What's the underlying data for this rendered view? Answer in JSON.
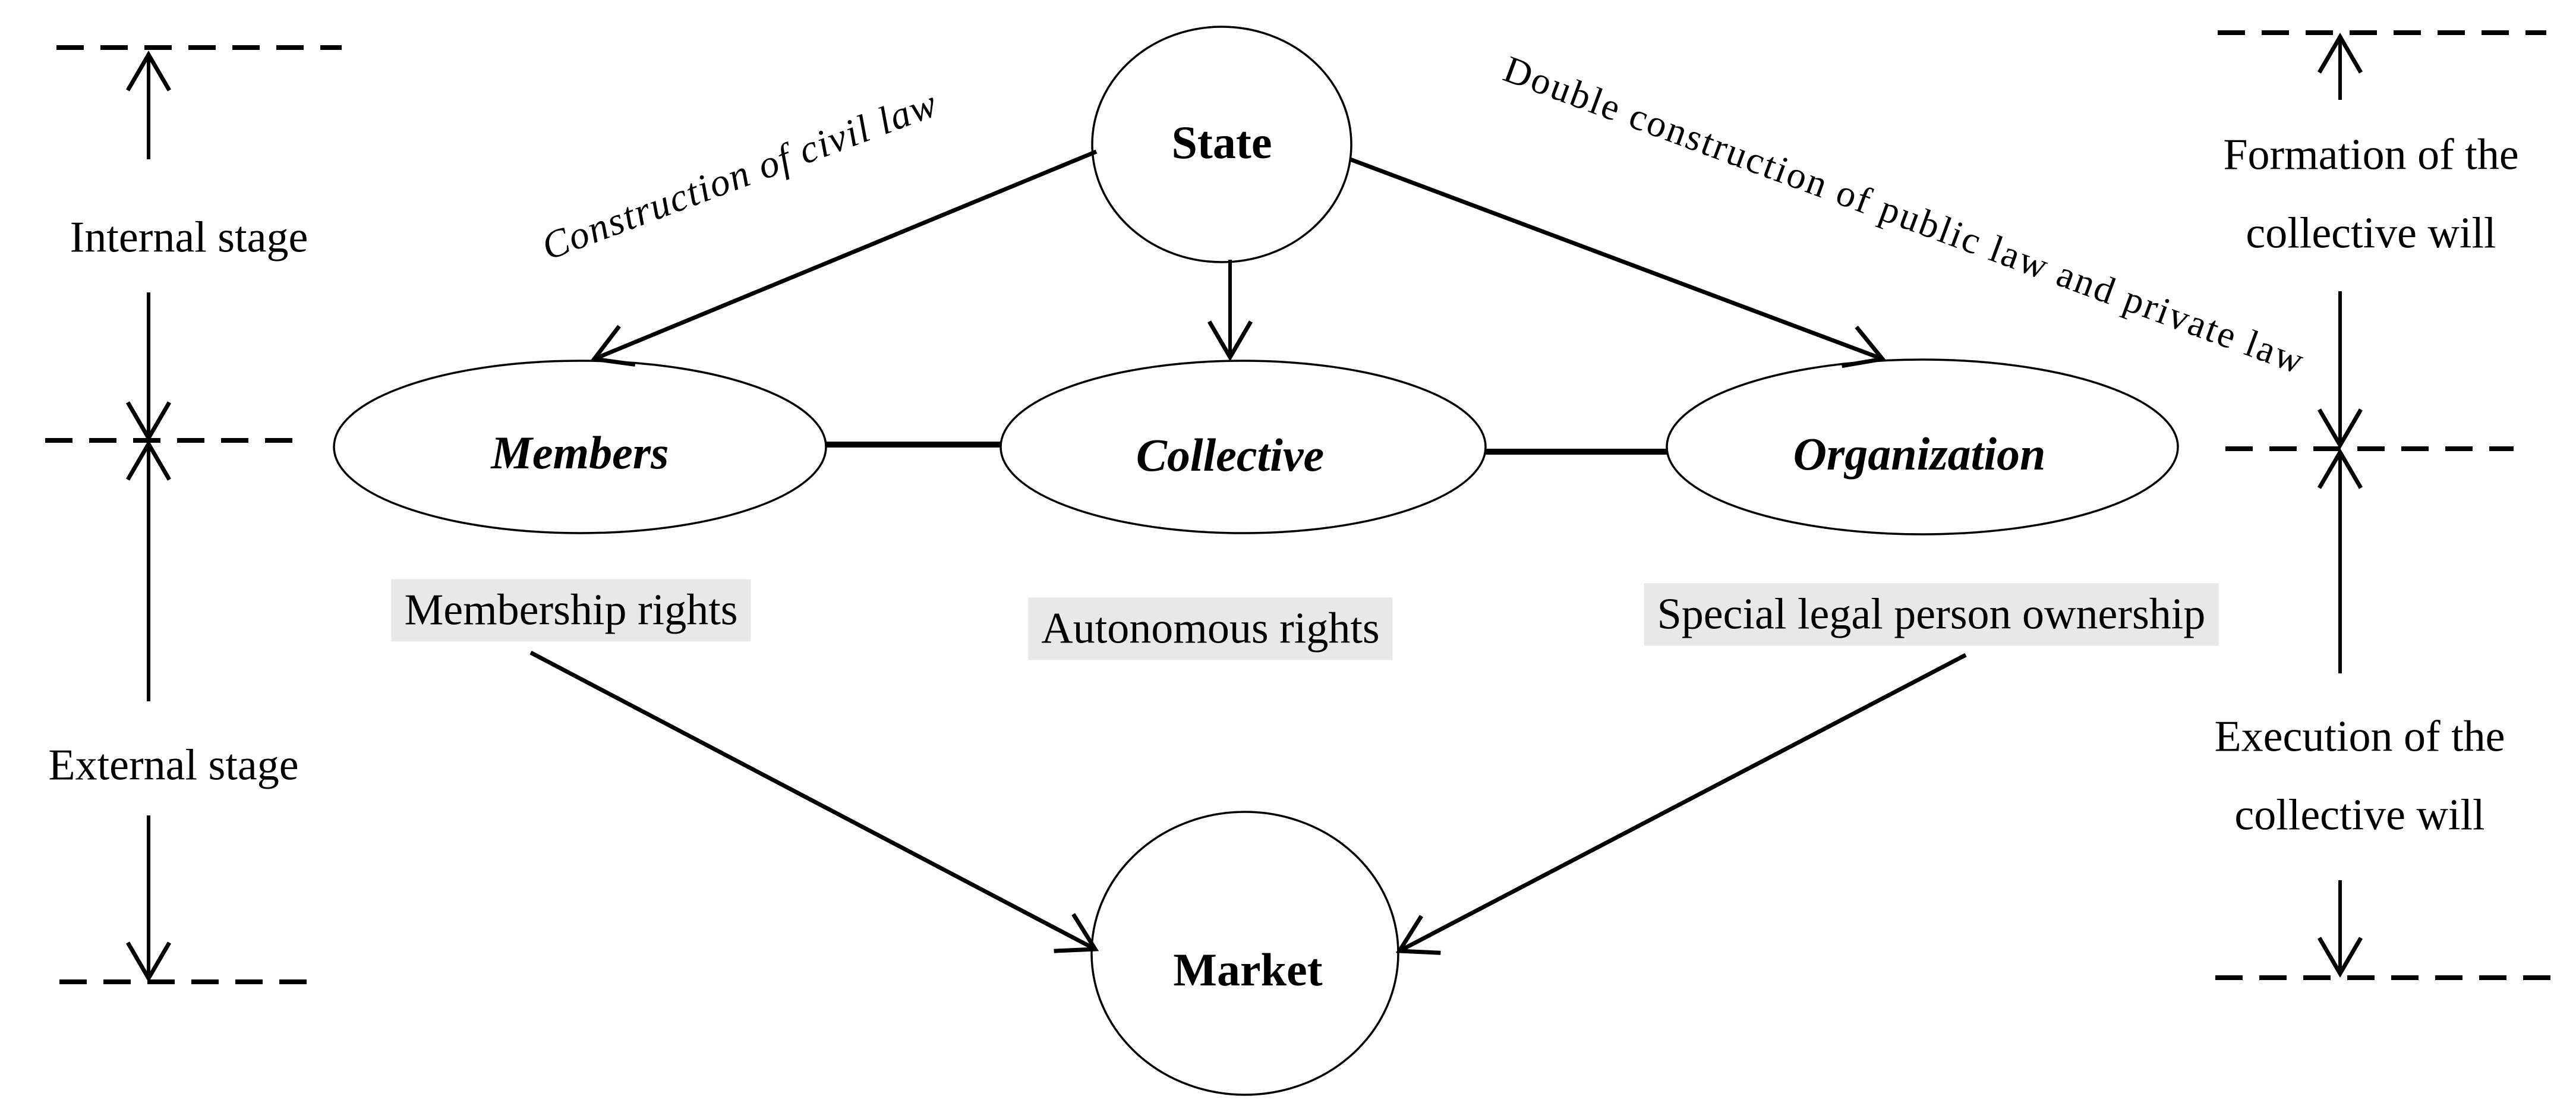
{
  "diagram": {
    "background_color": "#ffffff",
    "ink_color": "#000000",
    "highlight_color": "#e8e8e8",
    "nodes": {
      "state": "State",
      "members": "Members",
      "collective": "Collective",
      "organization": "Organization",
      "market": "Market"
    },
    "edge_labels": {
      "state_to_members": "Construction of civil law",
      "state_to_organization": "Double construction of public law and private law"
    },
    "rights_labels": {
      "members": "Membership rights",
      "collective": "Autonomous rights",
      "organization": "Special legal person ownership"
    },
    "stage_labels": {
      "internal": "Internal stage",
      "external": "External stage"
    },
    "will_labels": {
      "formation": [
        "Formation of the",
        "collective will"
      ],
      "execution": [
        "Execution of the",
        "collective will"
      ]
    }
  }
}
